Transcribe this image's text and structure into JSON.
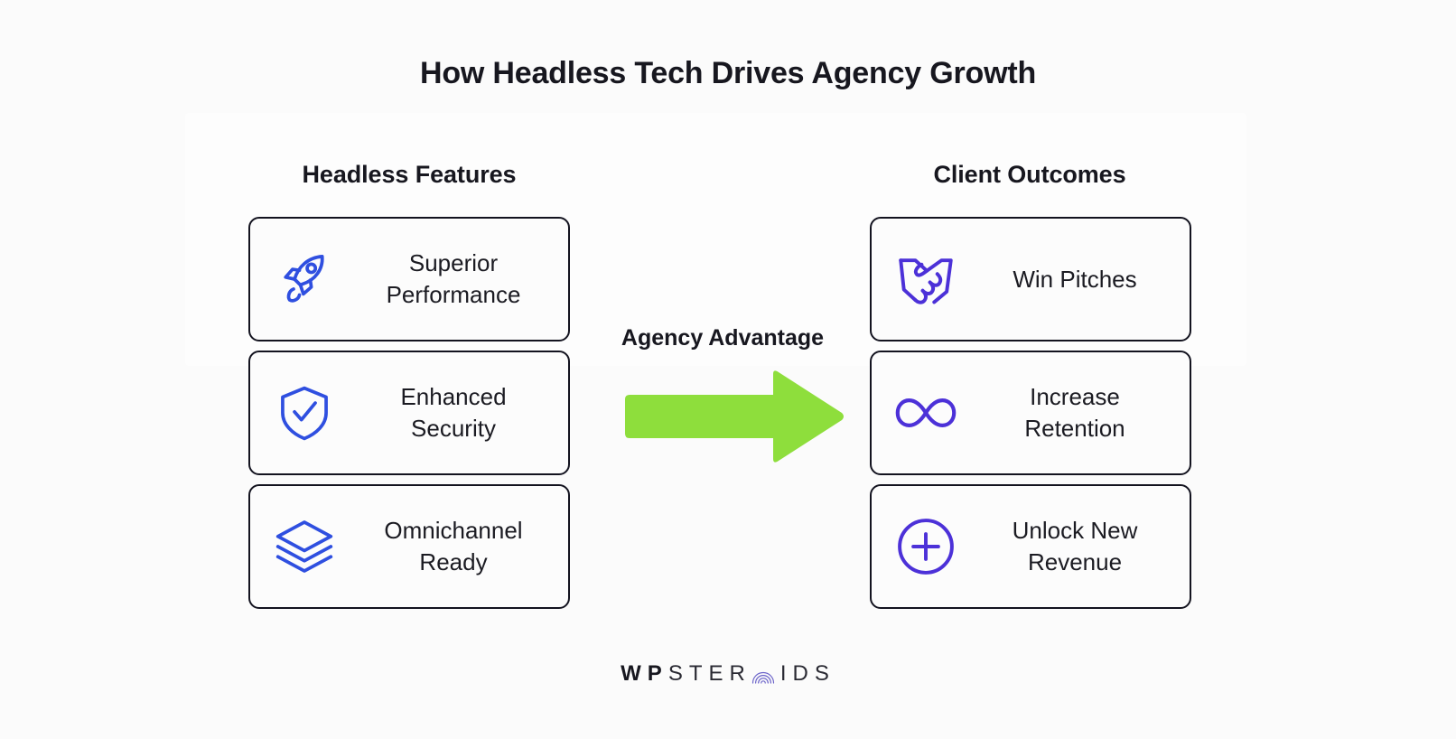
{
  "page": {
    "title": "How Headless Tech Drives Agency Growth",
    "background_color": "#fbfbfb"
  },
  "colors": {
    "title_text": "#17171f",
    "card_border": "#13131f",
    "card_background": "#fcfcfc",
    "left_icon": "#2f4fe0",
    "right_icon": "#4c31d8",
    "arrow_green": "#8ede3c",
    "logo_dark": "#17171f",
    "logo_accent": "#6b63c9"
  },
  "left_column": {
    "heading": "Headless Features",
    "cards": [
      {
        "icon": "rocket-icon",
        "label": "Superior\nPerformance"
      },
      {
        "icon": "shield-check-icon",
        "label": "Enhanced\nSecurity"
      },
      {
        "icon": "layers-icon",
        "label": "Omnichannel\nReady"
      }
    ]
  },
  "center": {
    "label": "Agency Advantage",
    "arrow_icon": "right-arrow-icon"
  },
  "right_column": {
    "heading": "Client Outcomes",
    "cards": [
      {
        "icon": "handshake-icon",
        "label": "Win Pitches"
      },
      {
        "icon": "infinity-icon",
        "label": "Increase\nRetention"
      },
      {
        "icon": "plus-circle-icon",
        "label": "Unlock New\nRevenue"
      }
    ]
  },
  "footer": {
    "logo_part_1": "WP",
    "logo_part_2": "STER",
    "logo_o_icon": "concentric-arcs-o-icon",
    "logo_part_3": "IDS"
  }
}
